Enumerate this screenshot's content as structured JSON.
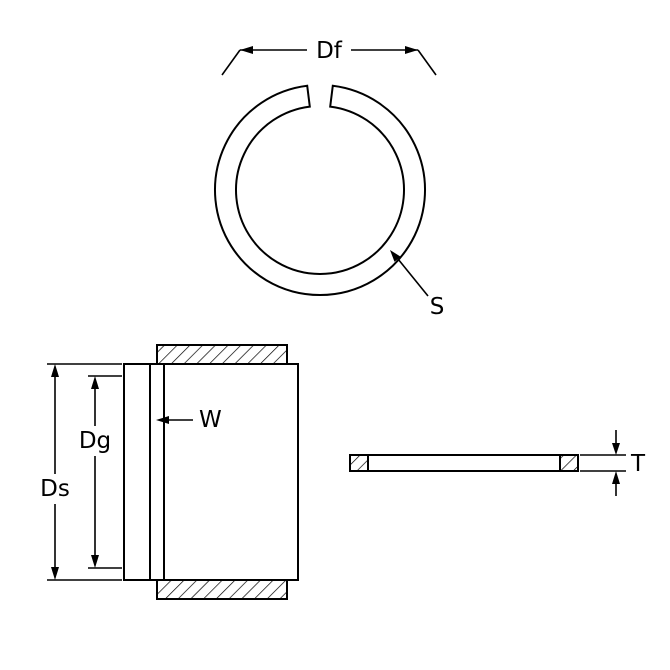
{
  "diagram": {
    "type": "technical-drawing",
    "subject": "snap-ring-dimension-diagram",
    "labels": {
      "free_diameter": "Df",
      "ring_section": "S",
      "groove_diameter": "Dg",
      "shaft_diameter": "Ds",
      "groove_width": "W",
      "thickness": "T"
    },
    "colors": {
      "line": "#000000",
      "background": "#ffffff"
    }
  }
}
